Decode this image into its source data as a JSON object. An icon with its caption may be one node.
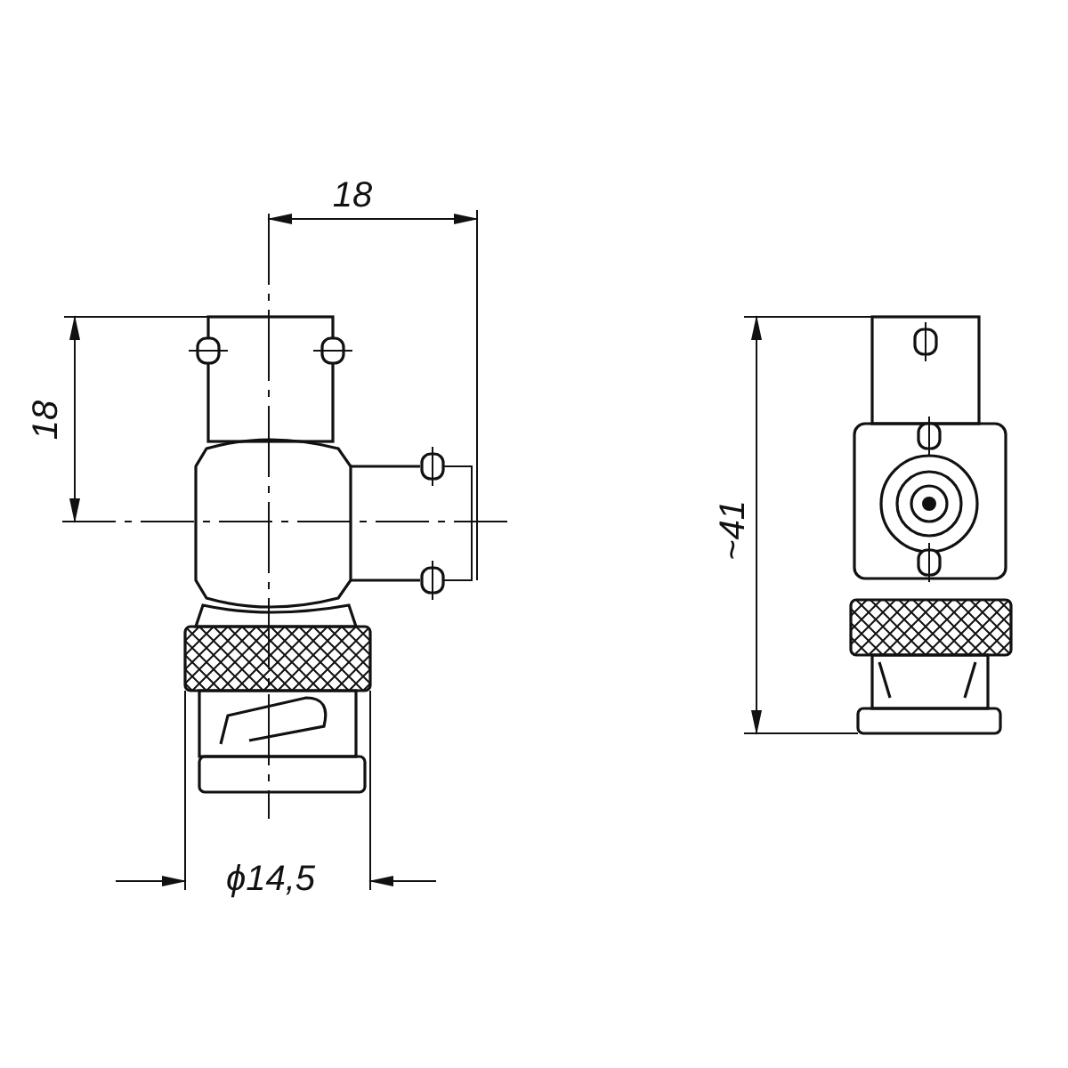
{
  "diagram": {
    "labels": [
      "18",
      "18",
      "~41",
      "ϕ14,5"
    ]
  }
}
